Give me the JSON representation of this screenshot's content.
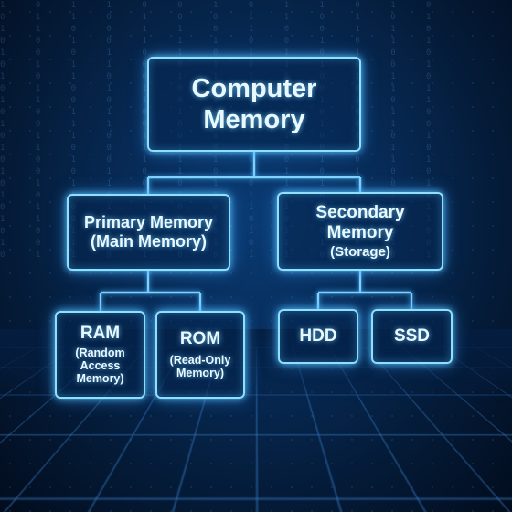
{
  "diagram": {
    "root": {
      "title_line1": "Computer",
      "title_line2": "Memory"
    },
    "primary": {
      "title_line1": "Primary Memory",
      "title_line2": "(Main Memory)"
    },
    "secondary": {
      "title_line1": "Secondary",
      "title_line2": "Memory",
      "subtitle": "(Storage)"
    },
    "ram": {
      "title": "RAM",
      "sub_line1": "(Random",
      "sub_line2": "Access",
      "sub_line3": "Memory)"
    },
    "rom": {
      "title": "ROM",
      "sub_line1": "(Read-Only",
      "sub_line2": "Memory)"
    },
    "hdd": {
      "title": "HDD"
    },
    "ssd": {
      "title": "SSD"
    }
  },
  "colors": {
    "accent": "#8fe0ff",
    "background": "#072a55"
  }
}
